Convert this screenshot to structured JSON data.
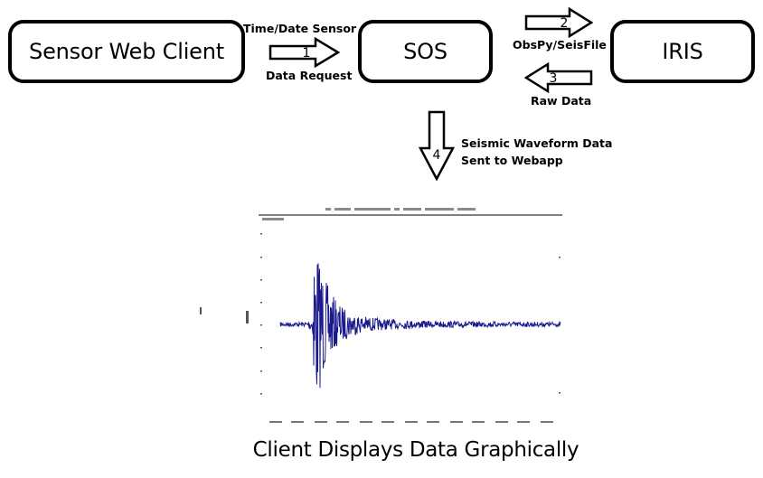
{
  "nodes": {
    "client": "Sensor Web Client",
    "sos": "SOS",
    "iris": "IRIS"
  },
  "labels": {
    "time_date_sensor": "Time/Date Sensor",
    "data_request": "Data Request",
    "obspy_seisfile": "ObsPy/SeisFile",
    "raw_data": "Raw Data",
    "seismic_line1": "Seismic Waveform Data",
    "seismic_line2": "Sent to Webapp"
  },
  "steps": [
    "1",
    "2",
    "3",
    "4"
  ],
  "caption": "Client Displays Data Graphically",
  "waveform_color": "#1a1a8c"
}
